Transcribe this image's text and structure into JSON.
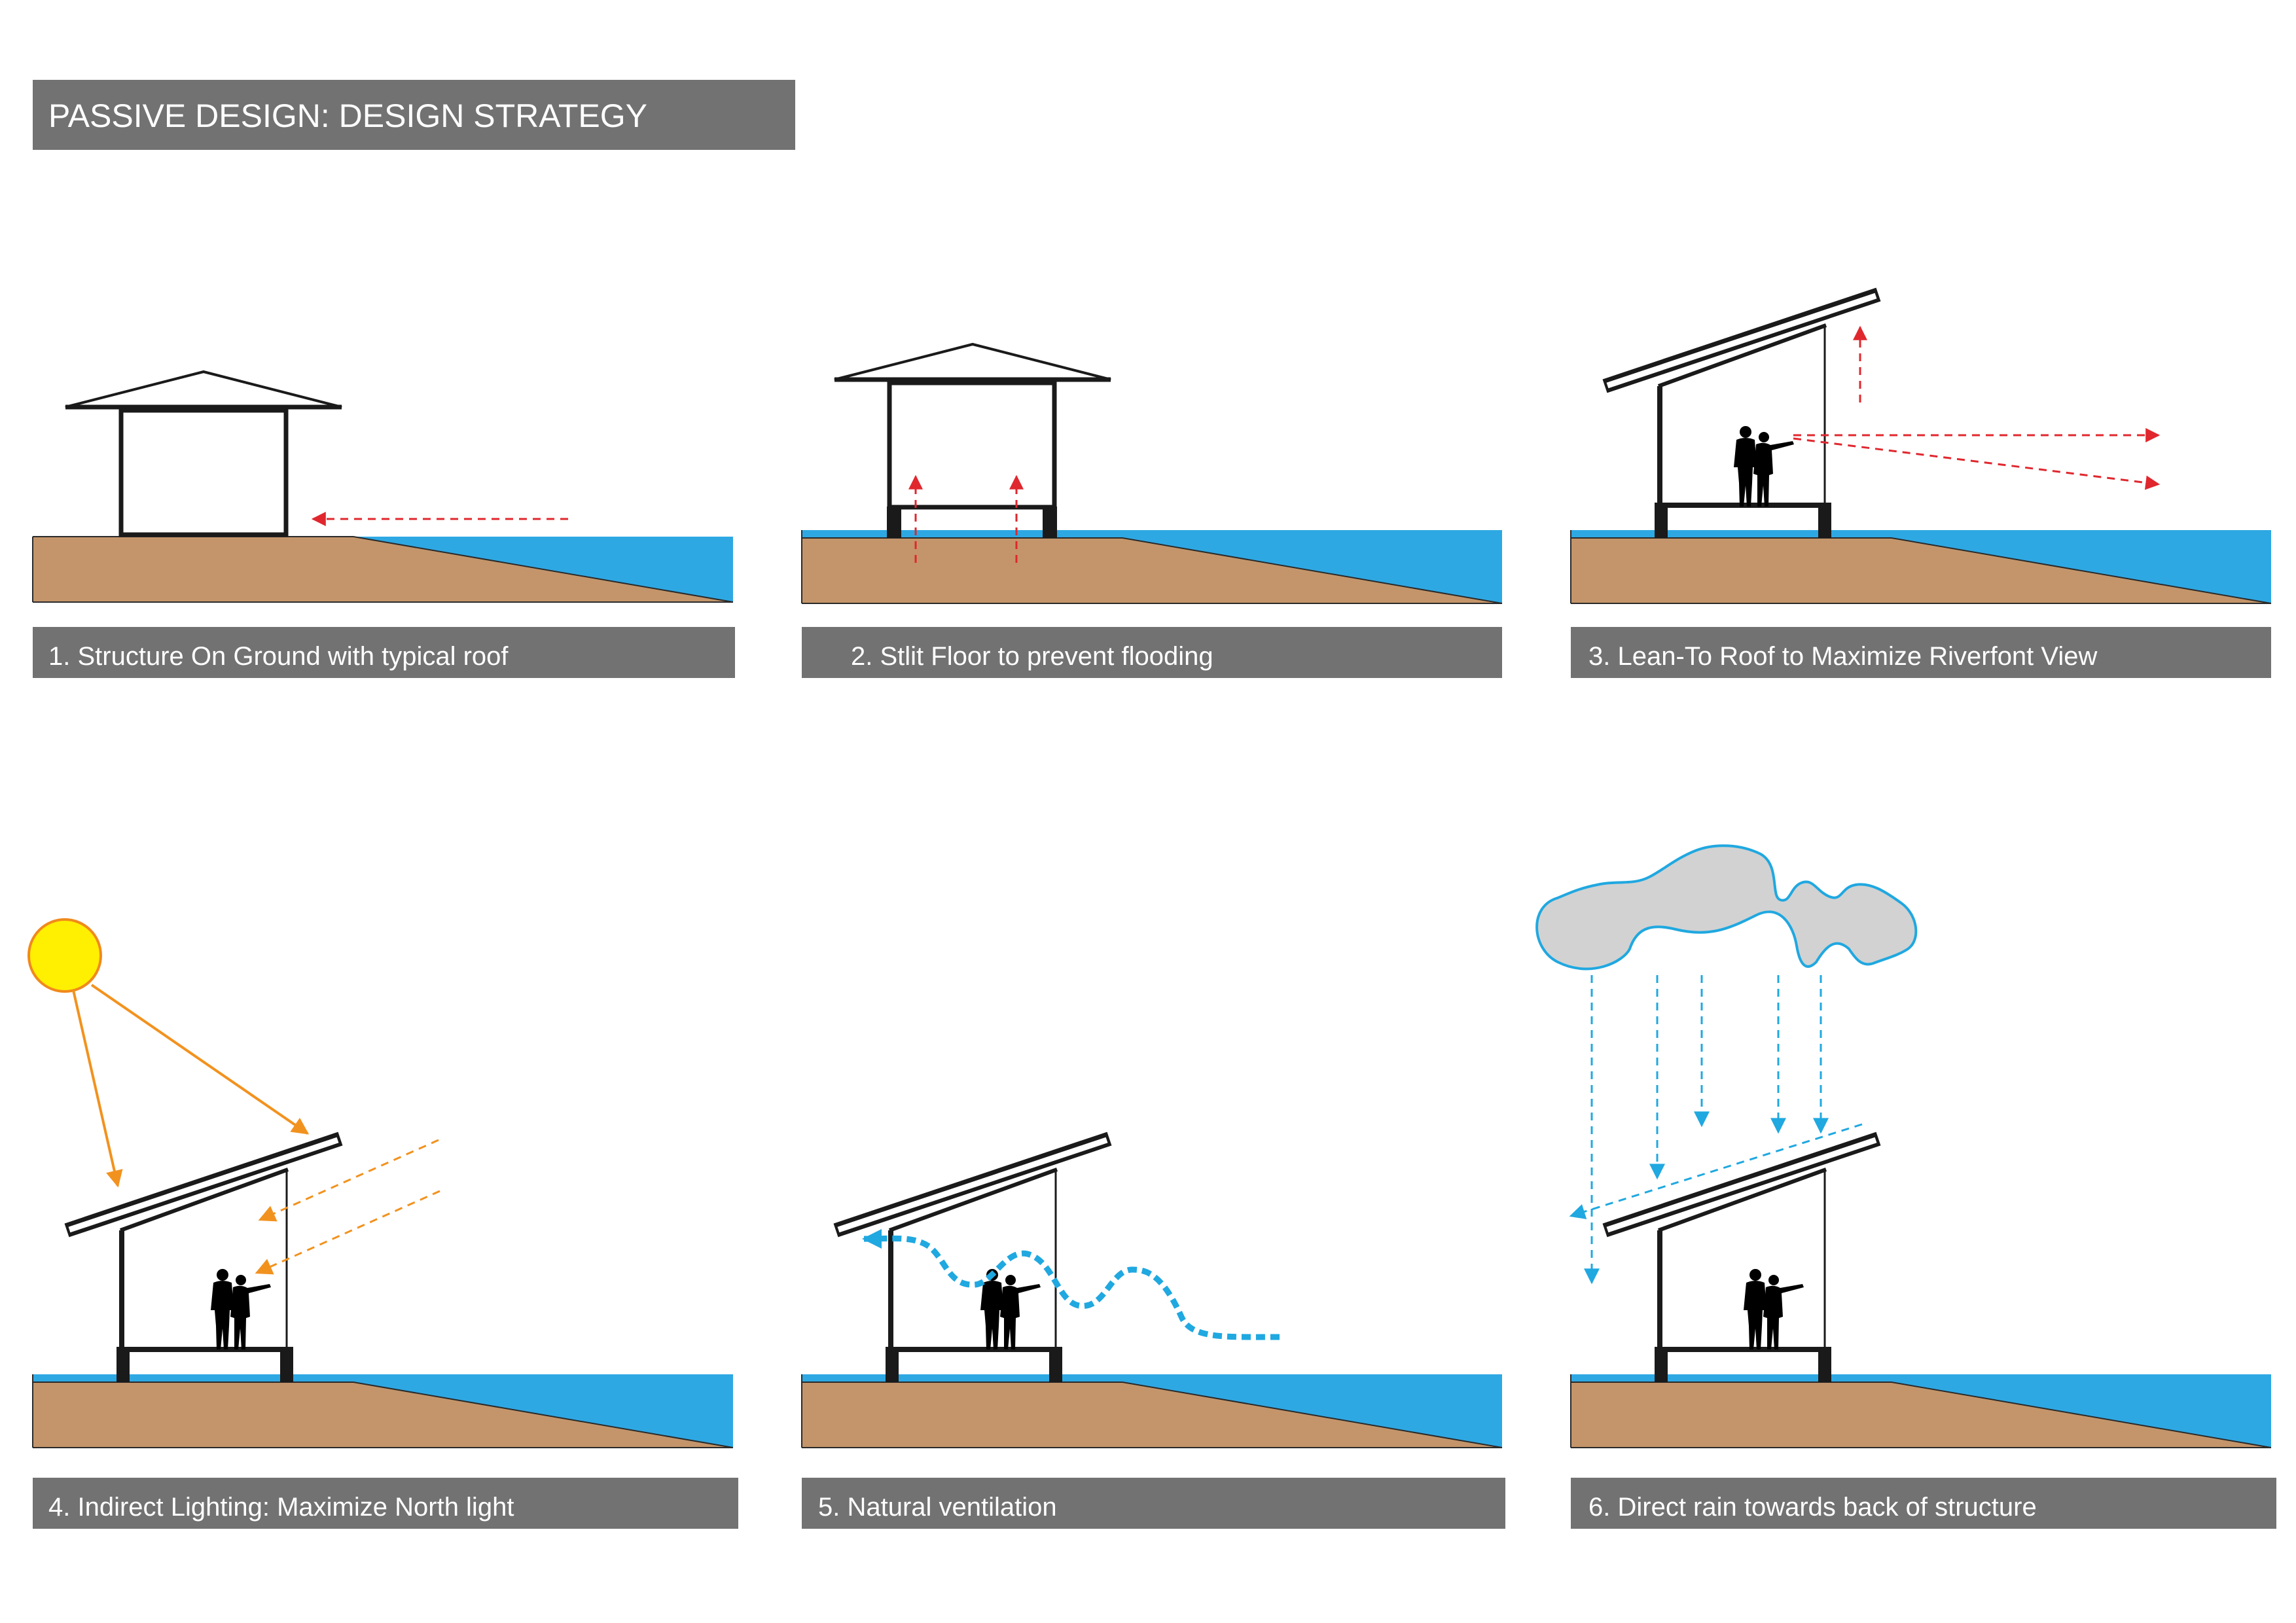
{
  "title": "PASSIVE DESIGN: DESIGN STRATEGY",
  "panels": [
    {
      "caption": "1. Structure On Ground with typical roof"
    },
    {
      "caption": "2. Stlit Floor to prevent flooding"
    },
    {
      "caption": "3. Lean-To Roof to Maximize Riverfont View"
    },
    {
      "caption": "4. Indirect Lighting: Maximize North light"
    },
    {
      "caption": "5. Natural ventilation"
    },
    {
      "caption": "6. Direct rain towards back of structure"
    }
  ],
  "colors": {
    "bar": "#727272",
    "ground": "#c4956a",
    "water": "#2ea8e3",
    "view_arrow": "#e0272e",
    "sun_fill": "#ffef00",
    "sun_stroke": "#f08a1c",
    "light_arrow": "#f2921e",
    "air_rain": "#20a8e0",
    "cloud": "#d2d2d2"
  }
}
